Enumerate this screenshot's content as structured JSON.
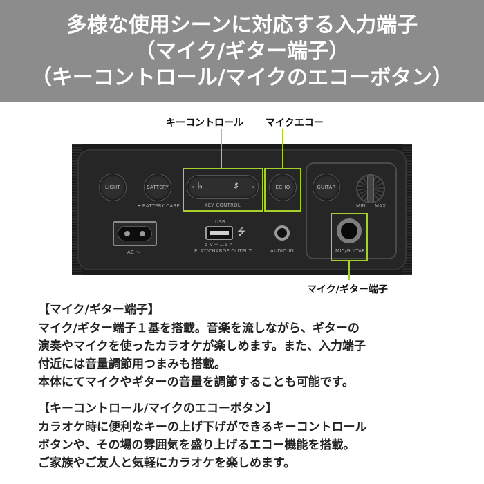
{
  "header": {
    "line1": "多様な使用シーンに対応する入力端子",
    "line2": "（マイク/ギター端子）",
    "line3": "（キーコントロール/マイクのエコーボタン）",
    "background": "#8c8c8c",
    "text_color": "#ffffff"
  },
  "callouts": {
    "key_control": "キーコントロール",
    "mic_echo": "マイクエコー",
    "mic_guitar_jack": "マイク/ギター端子",
    "highlight_color": "#a7d02b"
  },
  "device": {
    "light": "LIGHT",
    "battery": "BATTERY",
    "battery_care": "━ BATTERY CARE",
    "key_flat": "♭",
    "key_sharp": "♯",
    "key_control": "KEY CONTROL",
    "echo": "ECHO",
    "guitar": "GUITAR",
    "min": "MIN",
    "max": "MAX",
    "ac": "AC ～",
    "usb": "USB",
    "usb_rating": "5 V ═ 1.5 A",
    "play_charge_output": "PLAY/CHARGE OUTPUT",
    "audio_in": "AUDIO IN",
    "mic_guitar": "MIC/GUITAR"
  },
  "section1": {
    "heading": "【マイク/ギター端子】",
    "lines": [
      "マイク/ギター端子１基を搭載。音楽を流しながら、ギターの",
      "演奏やマイクを使ったカラオケが楽しめます。また、入力端子",
      "付近には音量調節用つまみも搭載。",
      "本体にてマイクやギターの音量を調節することも可能です。"
    ]
  },
  "section2": {
    "heading": "【キーコントロール/マイクのエコーボタン】",
    "lines": [
      "カラオケ時に便利なキーの上げ下げができるキーコントロール",
      "ボタンや、その場の雰囲気を盛り上げるエコー機能を搭載。",
      "ご家族やご友人と気軽にカラオケを楽しめます。"
    ]
  }
}
